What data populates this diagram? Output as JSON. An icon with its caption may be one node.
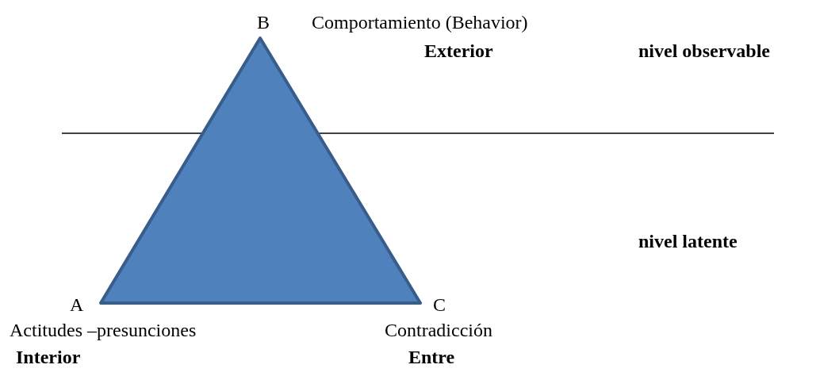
{
  "diagram": {
    "nodes": [
      {
        "text": [],
        "shape": "triangle"
      }
    ],
    "labels": [
      "B",
      "Comportamiento (Behavior)",
      "Exterior",
      "nivel observable",
      "nivel latente",
      "A",
      "C",
      "Actitudes –presunciones",
      "Contradicción",
      "Interior",
      "Entre"
    ]
  }
}
